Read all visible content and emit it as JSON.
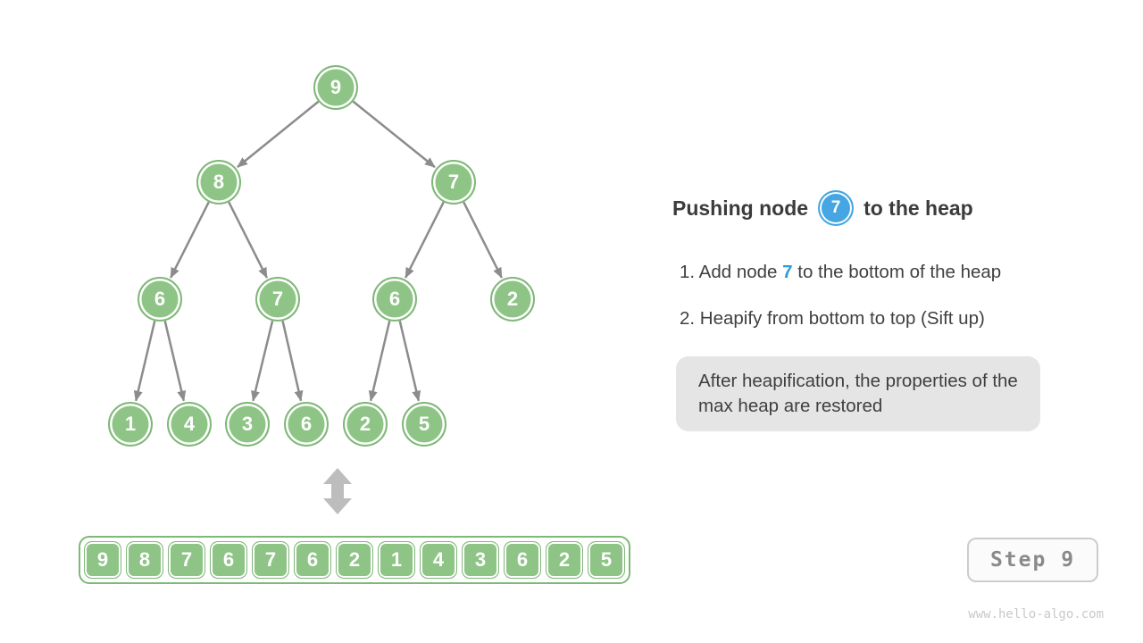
{
  "diagram": {
    "tree": {
      "values": [
        9,
        8,
        7,
        6,
        7,
        6,
        2,
        1,
        4,
        3,
        6,
        2,
        5
      ]
    },
    "array": {
      "values": [
        9,
        8,
        7,
        6,
        7,
        6,
        2,
        1,
        4,
        3,
        6,
        2,
        5
      ]
    }
  },
  "panel": {
    "title": {
      "prefix": "Pushing node",
      "node_value": "7",
      "suffix": "to the heap"
    },
    "steps": [
      {
        "prefix": "1. Add node ",
        "highlight": "7",
        "suffix": " to the bottom of the heap"
      },
      {
        "prefix": "2. Heapify from bottom to top (Sift up)",
        "highlight": "",
        "suffix": ""
      }
    ],
    "note": "After heapification, the properties of the max heap are restored"
  },
  "step_indicator": "Step 9",
  "watermark": "www.hello-algo.com",
  "colors": {
    "node_green": "#8fc487",
    "node_green_border": "#7fb878",
    "edge_gray": "#8c8c8c",
    "double_arrow_gray": "#bdbdbd",
    "blue_node": "#45a6e3",
    "blue_text": "#2d9cdb"
  }
}
